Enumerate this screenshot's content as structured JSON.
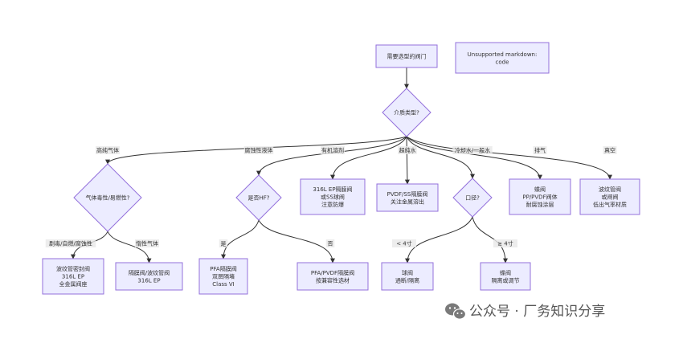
{
  "nodes": [
    {
      "id": "start",
      "shape": "rect",
      "lines": [
        "需要选型的阀门"
      ]
    },
    {
      "id": "note",
      "shape": "rect",
      "lines": [
        "Unsupported markdown:",
        "code"
      ]
    },
    {
      "id": "medium",
      "shape": "diamond",
      "lines": [
        "介质类型?"
      ]
    },
    {
      "id": "gas",
      "shape": "diamond",
      "lines": [
        "气体毒性/易燃性?"
      ]
    },
    {
      "id": "hf",
      "shape": "diamond",
      "lines": [
        "是否HF?"
      ]
    },
    {
      "id": "org",
      "shape": "rect",
      "lines": [
        "316L EP隔膜阀",
        "或SS球阀",
        "注意防爆"
      ]
    },
    {
      "id": "uhp",
      "shape": "rect",
      "lines": [
        "PVDF/SS隔膜阀",
        "关注金属溶出"
      ]
    },
    {
      "id": "size",
      "shape": "diamond",
      "lines": [
        "口径?"
      ]
    },
    {
      "id": "exh",
      "shape": "rect",
      "lines": [
        "蝶阀",
        "PP/PVDF阀体",
        "耐腐蚀涂层"
      ]
    },
    {
      "id": "vac",
      "shape": "rect",
      "lines": [
        "波纹管阀",
        "或闸阀",
        "低出气率材质"
      ]
    },
    {
      "id": "toxic",
      "shape": "rect",
      "lines": [
        "波纹管密封阀",
        "316L EP",
        "全金属阀座"
      ]
    },
    {
      "id": "inert",
      "shape": "rect",
      "lines": [
        "隔膜阀/波纹管阀",
        "316L EP"
      ]
    },
    {
      "id": "pfa",
      "shape": "rect",
      "lines": [
        "PFA隔膜阀",
        "双层隔堵",
        "Class VI"
      ]
    },
    {
      "id": "pfapvdf",
      "shape": "rect",
      "lines": [
        "PFA/PVDF隔膜阀",
        "按兼容性选材"
      ]
    },
    {
      "id": "ball",
      "shape": "rect",
      "lines": [
        "球阀",
        "通断/隔离"
      ]
    },
    {
      "id": "butterfly",
      "shape": "rect",
      "lines": [
        "蝶阀",
        "隔离或调节"
      ]
    }
  ],
  "edges": [
    {
      "from": "start",
      "to": "medium",
      "label": ""
    },
    {
      "from": "medium",
      "to": "gas",
      "label": "高纯气体"
    },
    {
      "from": "medium",
      "to": "hf",
      "label": "腐蚀性液体"
    },
    {
      "from": "medium",
      "to": "org",
      "label": "有机溶剂"
    },
    {
      "from": "medium",
      "to": "uhp",
      "label": "超纯水"
    },
    {
      "from": "medium",
      "to": "size",
      "label": "冷却水/一般水"
    },
    {
      "from": "medium",
      "to": "exh",
      "label": "排气"
    },
    {
      "from": "medium",
      "to": "vac",
      "label": "真空"
    },
    {
      "from": "gas",
      "to": "toxic",
      "label": "剧毒/自燃/腐蚀性"
    },
    {
      "from": "gas",
      "to": "inert",
      "label": "惰性气体"
    },
    {
      "from": "hf",
      "to": "pfa",
      "label": "是"
    },
    {
      "from": "hf",
      "to": "pfapvdf",
      "label": "否"
    },
    {
      "from": "size",
      "to": "ball",
      "label": "< 4寸"
    },
    {
      "from": "size",
      "to": "butterfly",
      "label": "≥ 4寸"
    }
  ],
  "watermark": {
    "icon": "wechat-icon",
    "text": "公众号 · 厂务知识分享"
  }
}
